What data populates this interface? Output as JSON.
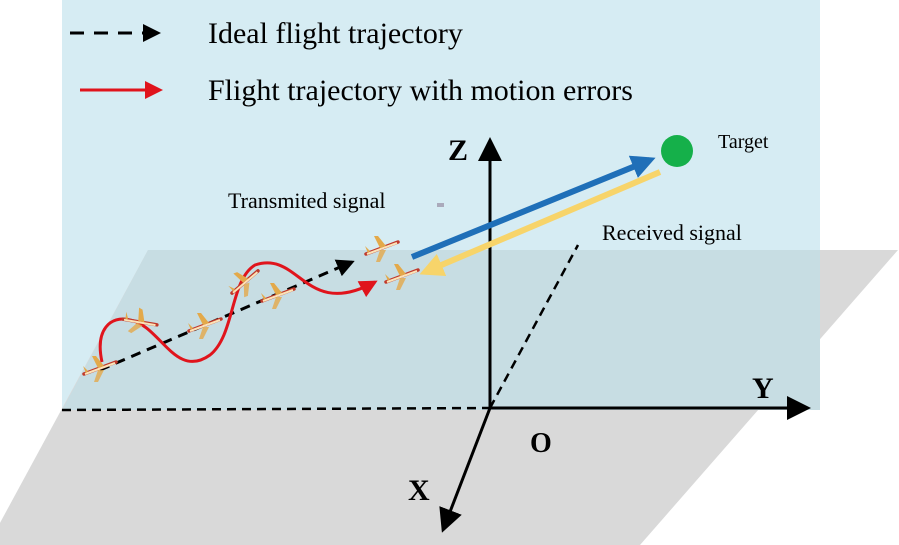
{
  "legend": {
    "ideal": "Ideal flight trajectory",
    "errors": "Flight trajectory with motion errors"
  },
  "labels": {
    "transmitted": "Transmited signal",
    "received": "Received signal",
    "target": "Target"
  },
  "axes": {
    "z": "Z",
    "y": "Y",
    "x": "X",
    "origin": "O"
  },
  "colors": {
    "panel": "#d6ecf3",
    "plane": "#c7dde3",
    "ground": "#d9d9d9",
    "ideal": "#000000",
    "error": "#e0141c",
    "transmit": "#1f6fb8",
    "receive": "#f7d46a",
    "target": "#15b04a"
  }
}
